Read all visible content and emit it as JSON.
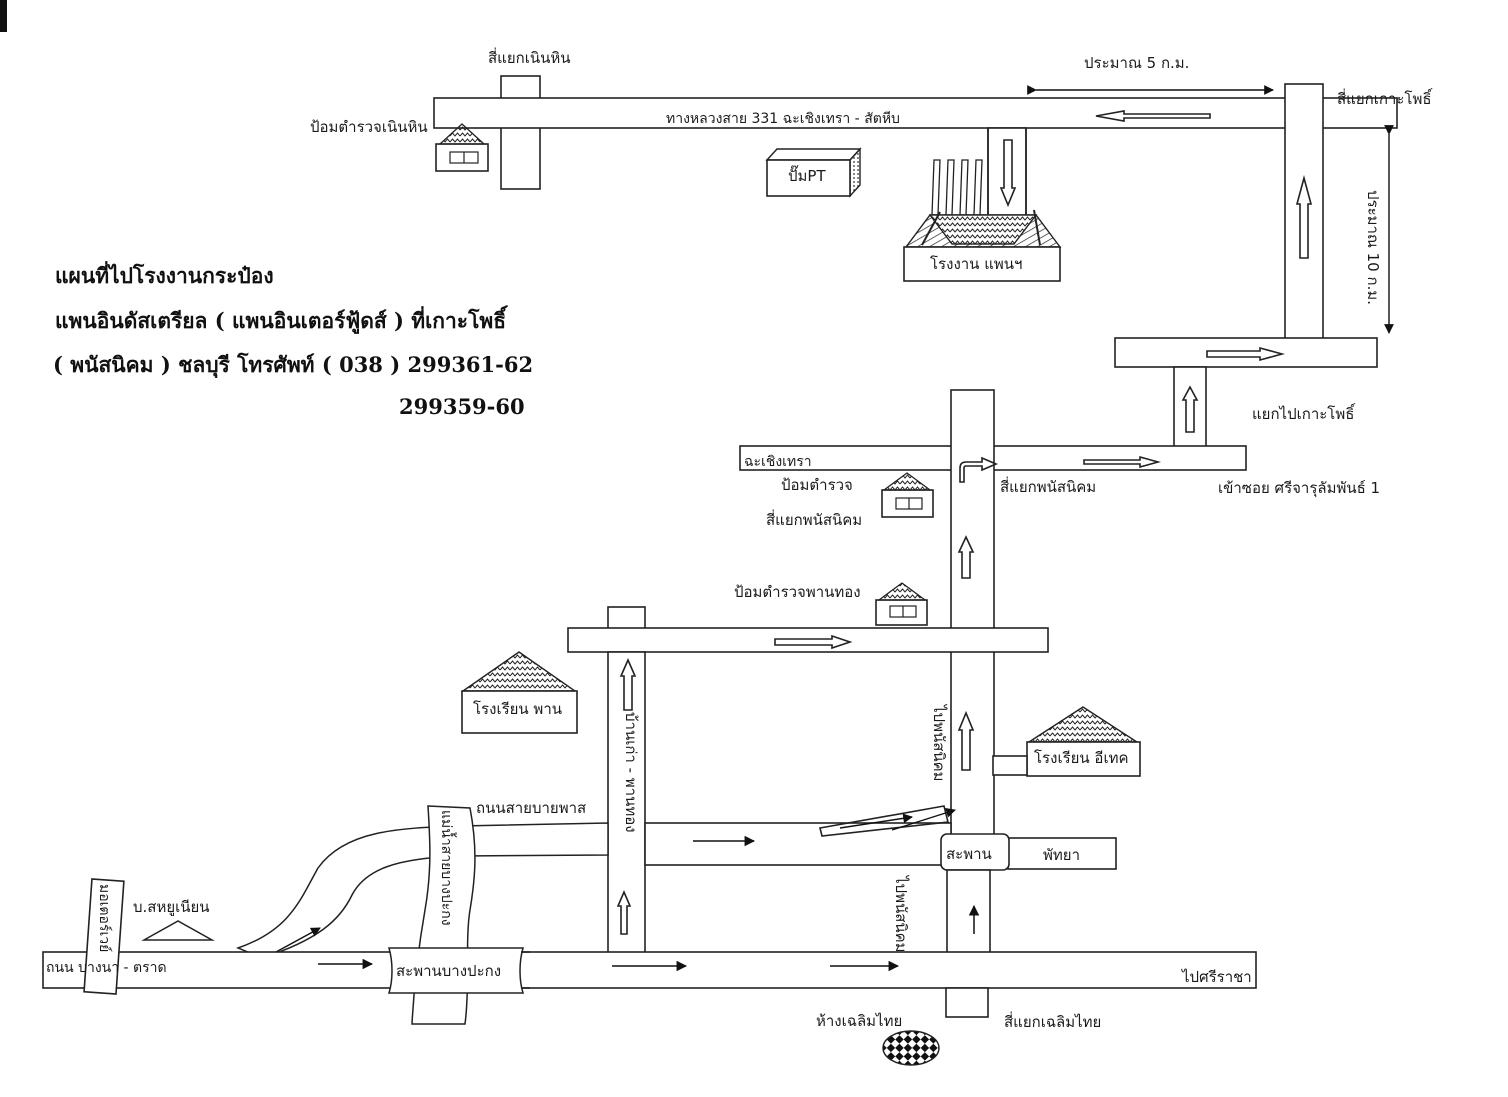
{
  "title": {
    "line1": "แผนที่ไปโรงงานกระป๋อง",
    "line2": "แพนอินดัสเตรียล ( แพนอินเตอร์ฟู้ดส์ ) ที่เกาะโพธิ์",
    "line3": "( พนัสนิคม ) ชลบุรี โทรศัพท์   ( 038 )  299361-62",
    "line4": "299359-60"
  },
  "labels": {
    "intersection_noenhin": "สี่แยกเนินหิน",
    "police_noenhin": "ป้อมตำรวจเนินหิน",
    "highway_331": "ทางหลวงสาย 331 ฉะเชิงเทรา - สัตหีบ",
    "approx_5km": "ประมาณ 5 ก.ม.",
    "intersection_kohpho": "สี่แยกเกาะโพธิ์",
    "pt_station": "ปั๊มPT",
    "factory": "โรงงาน แพนฯ",
    "approx_10km": "ประมาณ 10 ก.ม.",
    "junction_kohpho": "แยกไปเกาะโพธิ์",
    "chachoengsao": "ฉะเชิงเทรา",
    "police_phanat": "ป้อมตำรวจ",
    "police_phanat_2": "สี่แยกพนัสนิคม",
    "intersection_phanat": "สี่แยกพนัสนิคม",
    "soi_sirijarus": "เข้าซอย  ศรีจารุลัมพันธ์  1",
    "police_phanthong": "ป้อมตำรวจพานทอง",
    "school_phan": "โรงเรียน พาน",
    "road_bankao": "บ้านเก่า - พานทอง",
    "to_phanat_1": "ไปพนัสนิคม",
    "school_etech": "โรงเรียน อีเทค",
    "road_saibaiphan": "ถนนสายบายพาส",
    "river_bangpakong": "แม่น้ำสายบางปะกง",
    "motorway": "มอเตอร์เวย์",
    "ban_sahyunian": "บ.สหยูเนียน",
    "road_bangna": "ถนน  บางนา - ตราด",
    "bridge_bangpakong": "สะพานบางปะกง",
    "bridge": "สะพาน",
    "pattaya": "พัทยา",
    "to_phanat_2": "ไปพนัสนิคม",
    "to_sriracha": "ไปศรีราชา",
    "mall": "ห้างเฉลิมไทย",
    "intersection_chalermthai": "สี่แยกเฉลิมไทย"
  }
}
